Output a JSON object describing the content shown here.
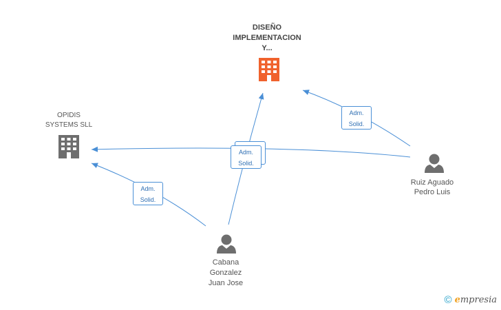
{
  "nodes": {
    "main_company": {
      "lines": [
        "DISEÑO",
        "IMPLEMENTACION",
        "Y..."
      ],
      "color": "#f0622d"
    },
    "opidis": {
      "lines": [
        "OPIDIS",
        "SYSTEMS SLL"
      ],
      "color": "#6e6e6e"
    },
    "ruiz": {
      "lines": [
        "Ruiz Aguado",
        "Pedro Luis"
      ]
    },
    "cabana": {
      "lines": [
        "Cabana",
        "Gonzalez",
        "Juan Jose"
      ]
    }
  },
  "roles": {
    "ruiz_main": [
      "Adm.",
      "Solid."
    ],
    "shared_back": [
      "",
      ""
    ],
    "shared_front": [
      "Adm.",
      "Solid."
    ],
    "cabana_opidis": [
      "Adm.",
      "Solid."
    ]
  },
  "colors": {
    "edge": "#4a8fd6",
    "person": "#6e6e6e"
  },
  "watermark": {
    "copyright": "©",
    "brand_initial": "e",
    "brand_rest": "mpresia"
  }
}
